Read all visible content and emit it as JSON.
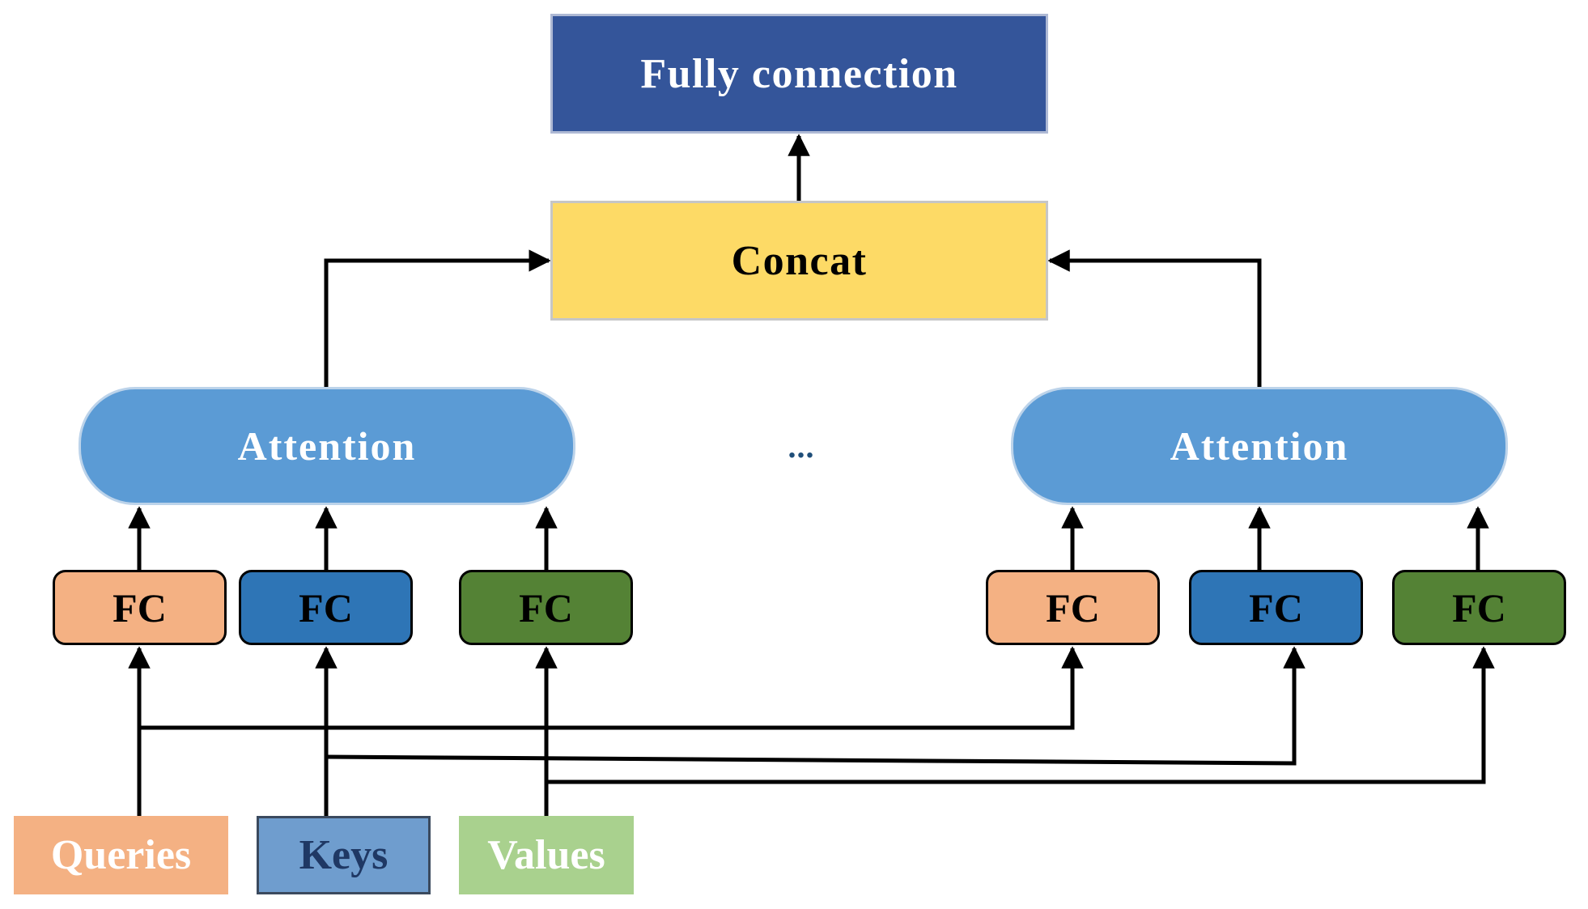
{
  "diagram": {
    "fully_connection": "Fully connection",
    "concat": "Concat",
    "attention_left": "Attention",
    "attention_right": "Attention",
    "ellipsis": "...",
    "fc_left": {
      "q": "FC",
      "k": "FC",
      "v": "FC"
    },
    "fc_right": {
      "q": "FC",
      "k": "FC",
      "v": "FC"
    },
    "inputs": {
      "queries": "Queries",
      "keys": "Keys",
      "values": "Values"
    }
  },
  "colors": {
    "fully_connection": "#34559a",
    "concat": "#fdda66",
    "attention": "#5b9bd5",
    "fc_queries": "#f4b183",
    "fc_keys": "#2e75b6",
    "fc_values": "#548235",
    "input_queries": "#f4b183",
    "input_keys": "#6f9dce",
    "input_values": "#a9d18e",
    "keys_text": "#1f3864"
  }
}
